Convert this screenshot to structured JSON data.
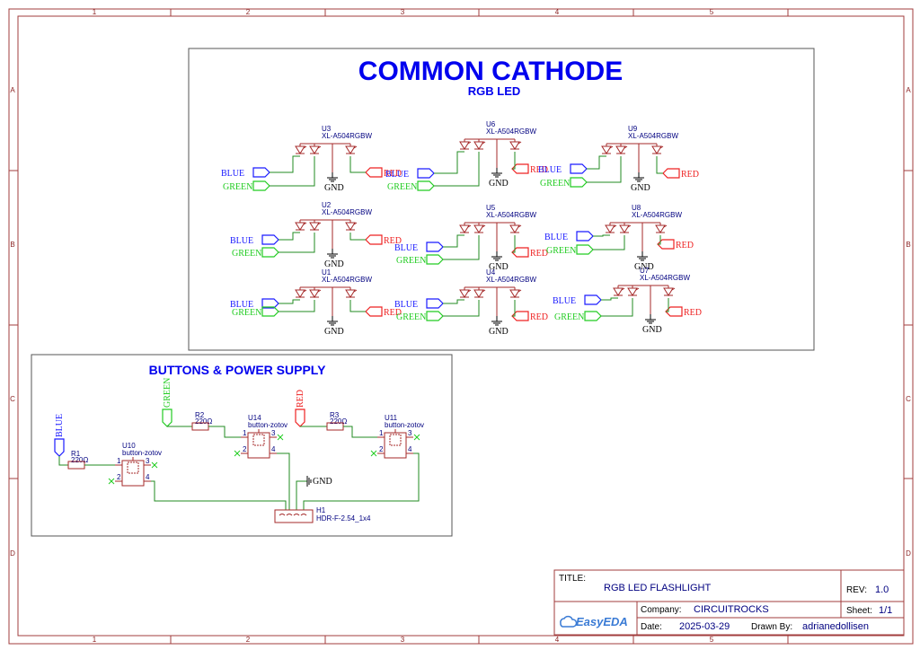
{
  "frame": {
    "columns": [
      "1",
      "2",
      "3",
      "4",
      "5"
    ],
    "rows": [
      "A",
      "B",
      "C",
      "D"
    ]
  },
  "colors": {
    "frame": "#a23c3c",
    "wire": "#228b22",
    "part": "#a52a2a",
    "blue_net": "#1a1aff",
    "green_net": "#22cc22",
    "red_net": "#ee2222",
    "title_blue": "#0000ee",
    "pin_text": "#000080"
  },
  "led_section": {
    "title": "COMMON CATHODE",
    "subtitle": "RGB LED",
    "leds": [
      {
        "ref": "U3",
        "part": "XL-A504RGBW"
      },
      {
        "ref": "U6",
        "part": "XL-A504RGBW"
      },
      {
        "ref": "U9",
        "part": "XL-A504RGBW"
      },
      {
        "ref": "U2",
        "part": "XL-A504RGBW"
      },
      {
        "ref": "U5",
        "part": "XL-A504RGBW"
      },
      {
        "ref": "U8",
        "part": "XL-A504RGBW"
      },
      {
        "ref": "U1",
        "part": "XL-A504RGBW"
      },
      {
        "ref": "U4",
        "part": "XL-A504RGBW"
      },
      {
        "ref": "U7",
        "part": "XL-A504RGBW"
      }
    ],
    "net_blue": "BLUE",
    "net_green": "GREEN",
    "net_red": "RED",
    "gnd": "GND"
  },
  "buttons_section": {
    "title": "BUTTONS & POWER SUPPLY",
    "resistors": [
      {
        "ref": "R1",
        "value": "220Ω"
      },
      {
        "ref": "R2",
        "value": "220Ω"
      },
      {
        "ref": "R3",
        "value": "220Ω"
      }
    ],
    "buttons": [
      {
        "ref": "U10",
        "part": "button-zotov"
      },
      {
        "ref": "U14",
        "part": "button-zotov"
      },
      {
        "ref": "U11",
        "part": "button-zotov"
      }
    ],
    "pins": [
      "1",
      "2",
      "3",
      "4"
    ],
    "header": {
      "ref": "H1",
      "part": "HDR-F-2.54_1x4"
    },
    "net_blue": "BLUE",
    "net_green": "GREEN",
    "net_red": "RED",
    "gnd": "GND"
  },
  "title_block": {
    "title_label": "TITLE:",
    "title": "RGB LED FLASHLIGHT",
    "rev_label": "REV:",
    "rev": "1.0",
    "company_label": "Company:",
    "company": "CIRCUITROCKS",
    "sheet_label": "Sheet:",
    "sheet": "1/1",
    "date_label": "Date:",
    "date": "2025-03-29",
    "drawn_label": "Drawn By:",
    "drawn_by": "adrianedollisen",
    "logo": "EasyEDA"
  }
}
